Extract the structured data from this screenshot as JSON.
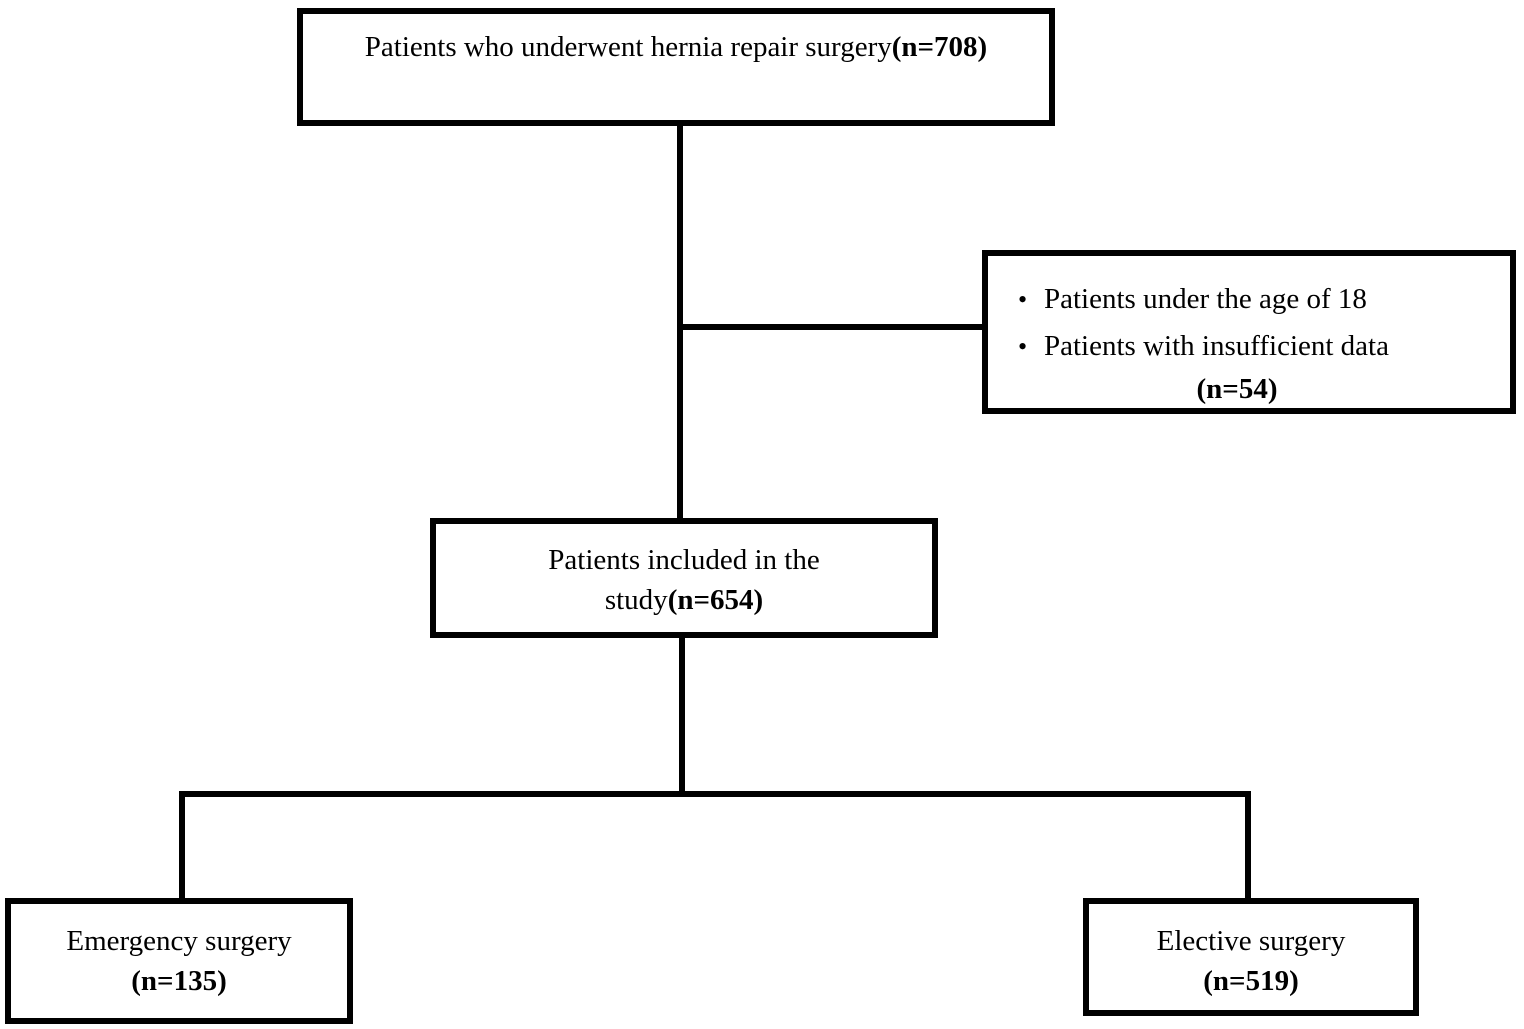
{
  "diagram": {
    "type": "patient-flow-chart",
    "colors": {
      "background": "#ffffff",
      "border": "#000000",
      "text": "#000000"
    },
    "bullet_glyph": "•",
    "nodes": {
      "top": {
        "text": "Patients who underwent hernia repair surgery",
        "n": "(n=708)"
      },
      "exclusion": {
        "bullets": [
          "Patients under the age of 18",
          "Patients with insufficient data"
        ],
        "n": "(n=54)"
      },
      "included": {
        "line1": "Patients included in the",
        "line2_prefix": "study",
        "n": "(n=654)"
      },
      "emergency": {
        "text": "Emergency surgery",
        "n": "(n=135)"
      },
      "elective": {
        "text": "Elective surgery",
        "n": "(n=519)"
      }
    }
  }
}
